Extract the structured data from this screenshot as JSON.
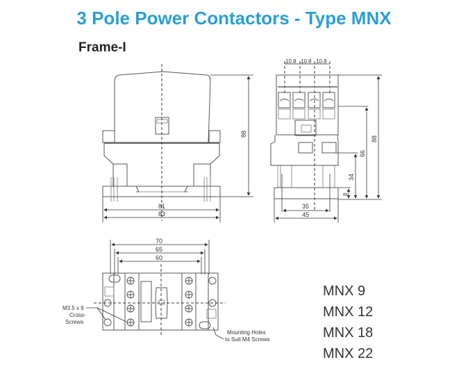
{
  "title": "3 Pole Power Contactors - Type MNX",
  "subtitle": "Frame-I",
  "colors": {
    "title": "#2a9fd6",
    "text": "#222222",
    "line": "#555555"
  },
  "front_view": {
    "width_inner": "81",
    "width_outer": "83",
    "height": "88"
  },
  "side_view": {
    "pitch_1": "10.8",
    "pitch_2": "10.8",
    "pitch_3": "10.8",
    "height_total": "88",
    "height_66": "66",
    "height_34": "34",
    "height_8": "8",
    "width_inner": "35",
    "width_outer": "45"
  },
  "base_view": {
    "dim_70": "70",
    "dim_65": "65",
    "dim_60": "60",
    "screw_note_1": "M3.5 x 9",
    "screw_note_2": "Cross-",
    "screw_note_3": "Screws",
    "mount_note_1": "Mounting Holes",
    "mount_note_2": "to Suit M4 Screws"
  },
  "models": [
    "MNX 9",
    "MNX 12",
    "MNX 18",
    "MNX 22"
  ]
}
